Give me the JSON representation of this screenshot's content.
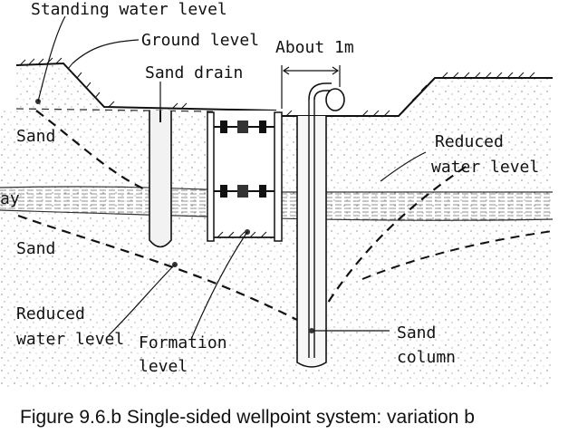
{
  "labels": {
    "standing_water_level": "Standing water level",
    "ground_level": "Ground level",
    "about_1m": "About 1m",
    "sand_drain": "Sand drain",
    "sand_top": "Sand",
    "reduced_water_level_right_1": "Reduced",
    "reduced_water_level_right_2": "water level",
    "clay_partial": "ay",
    "sand_bottom": "Sand",
    "reduced_water_level_left_1": "Reduced",
    "reduced_water_level_left_2": "water level",
    "formation_level_1": "Formation",
    "formation_level_2": "level",
    "sand_column_1": "Sand",
    "sand_column_2": "column"
  },
  "caption": "Figure 9.6.b Single-sided wellpoint system: variation b"
}
